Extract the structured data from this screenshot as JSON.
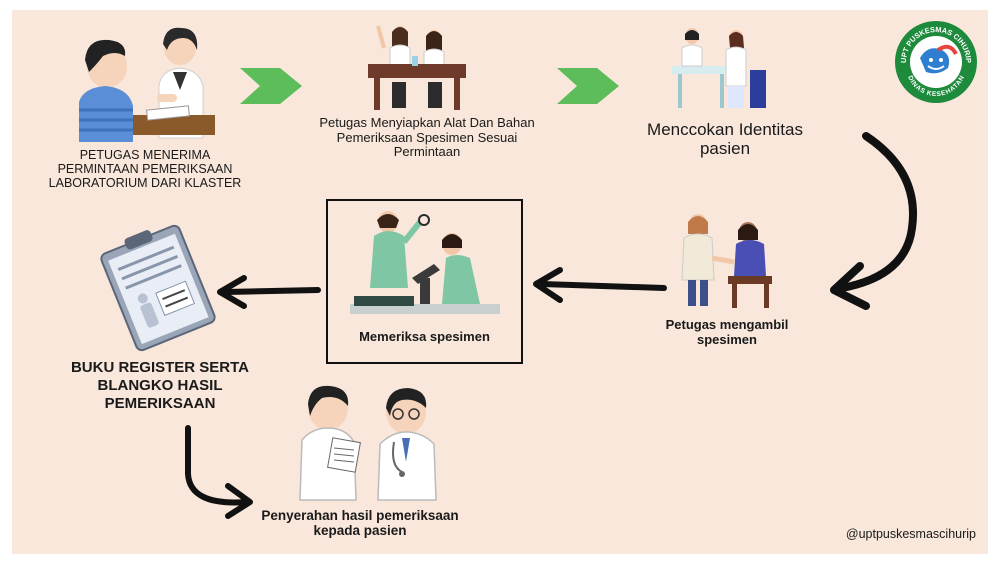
{
  "steps": {
    "step1": {
      "label": "PETUGAS MENERIMA PERMINTAAN PEMERIKSAAN LABORATORIUM DARI KLASTER"
    },
    "step2": {
      "label": "Petugas Menyiapkan Alat Dan Bahan Pemeriksaan Spesimen Sesuai Permintaan"
    },
    "step3": {
      "label": "Menccokan Identitas pasien"
    },
    "step4": {
      "label": "Petugas mengambil spesimen"
    },
    "step5": {
      "label": "Memeriksa spesimen"
    },
    "step6": {
      "label": "BUKU REGISTER SERTA BLANGKO HASIL PEMERIKSAAN"
    },
    "step7": {
      "label": "Penyerahan hasil pemeriksaan kepada pasien"
    }
  },
  "logo": {
    "ring_text": "UPT PUSKESMAS CIHURIP",
    "bottom_text": "DINAS KESEHATAN"
  },
  "footer": {
    "handle": "@uptpuskesmascihurip"
  },
  "colors": {
    "background": "#f8e7da",
    "arrow_green": "#5cbd5a",
    "arrow_black": "#111111",
    "logo_green": "#1e8a3c"
  }
}
